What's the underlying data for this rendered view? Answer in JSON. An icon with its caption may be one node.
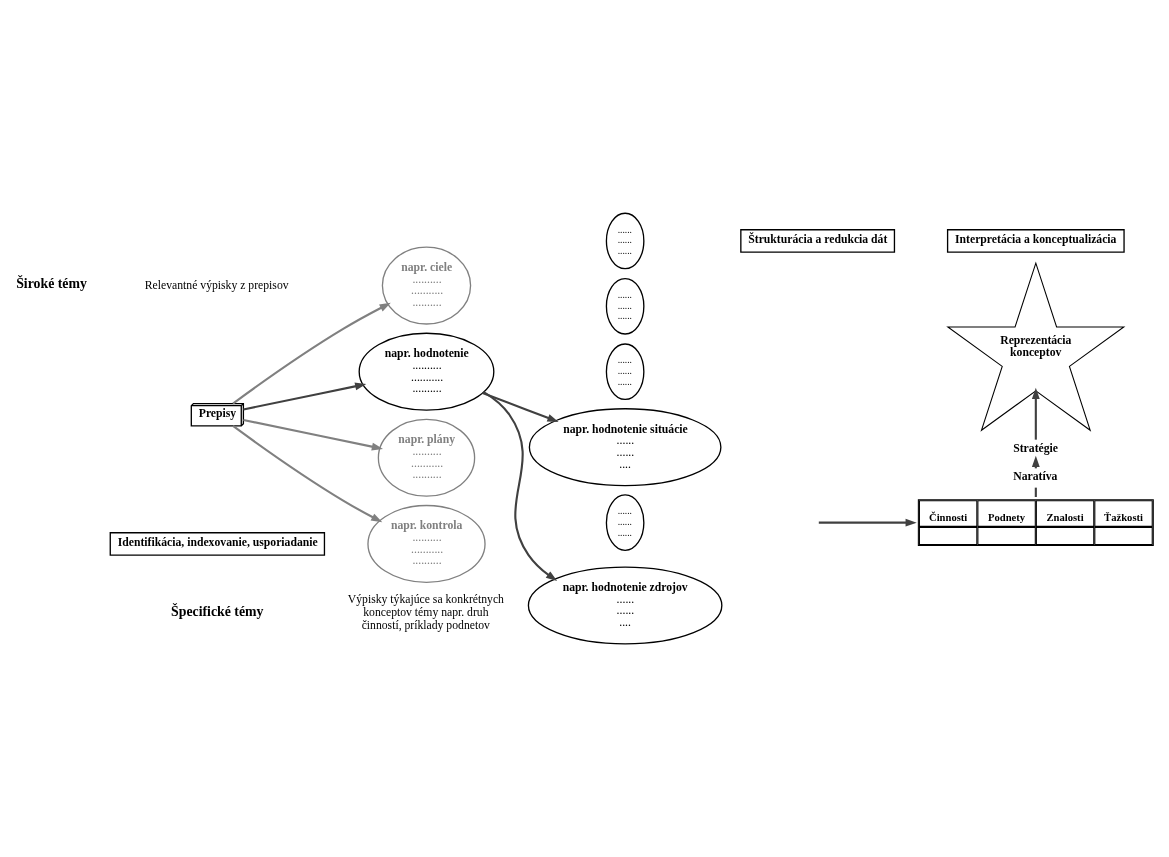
{
  "diagram": {
    "nodes": [
      {
        "text": [
          "Prepisy"
        ]
      },
      {
        "text": [
          "napr. ciele",
          "..........",
          "...........",
          ".........."
        ]
      },
      {
        "text": [
          "napr. plány",
          "..........",
          "...........",
          ".........."
        ]
      },
      {
        "text": [
          "napr. hodnotenie",
          "..........",
          "...........",
          ".........."
        ]
      },
      {
        "text": [
          "napr. kontrola",
          "..........",
          "...........",
          ".........."
        ]
      },
      {
        "text": [
          "napr. hodnotenie zdrojov",
          "......",
          "......",
          "...."
        ]
      },
      {
        "text": [
          "......",
          "......",
          "......"
        ]
      },
      {
        "text": [
          "......",
          "......",
          "......"
        ]
      },
      {
        "text": [
          "napr. hodnotenie situácie",
          "......",
          "......",
          "...."
        ]
      },
      {
        "text": [
          "......",
          "......",
          "......"
        ]
      },
      {
        "text": [
          "......",
          "......",
          "......"
        ]
      },
      {
        "text": [
          "Činnosti",
          "Podnety",
          "Znalosti",
          "Ťažkosti"
        ]
      },
      {
        "text": [
          "Naratíva"
        ]
      },
      {
        "text": [
          "Stratégie"
        ]
      },
      {
        "text": [
          "Reprezentácia konceptov"
        ]
      },
      {
        "text": [
          "Identifikácia, indexovanie, usporiadanie"
        ]
      },
      {
        "text": [
          "Interpretácia a konceptualizácia"
        ]
      },
      {
        "text": [
          "Štrukturácia a redukcia dát"
        ]
      }
    ],
    "edges": [
      {
        "from": 0,
        "to": 1,
        "arrow": "to",
        "color": "#808080"
      },
      {
        "from": 0,
        "to": 2,
        "arrow": "to",
        "color": "#808080"
      },
      {
        "from": 0,
        "to": 3,
        "arrow": "to"
      },
      {
        "from": 0,
        "to": 4,
        "arrow": "to",
        "color": "#808080"
      },
      {
        "from": 3,
        "to": 5,
        "arrow": "to"
      },
      {
        "from": 3,
        "to": 8,
        "arrow": "to"
      },
      {
        "from": null,
        "to": 11,
        "arrow": "to"
      },
      {
        "from": 11,
        "to": 12,
        "arrow": "none"
      },
      {
        "from": 12,
        "to": 13,
        "arrow": "to"
      },
      {
        "from": 13,
        "to": 14,
        "arrow": "to"
      }
    ],
    "labels": [
      "Široké témy",
      "Relevantné výpisky z prepisov",
      "Špecifické témy",
      "Výpisky týkajúce sa konkrétnych konceptov témy napr. druh činností, príklady podnetov"
    ]
  }
}
